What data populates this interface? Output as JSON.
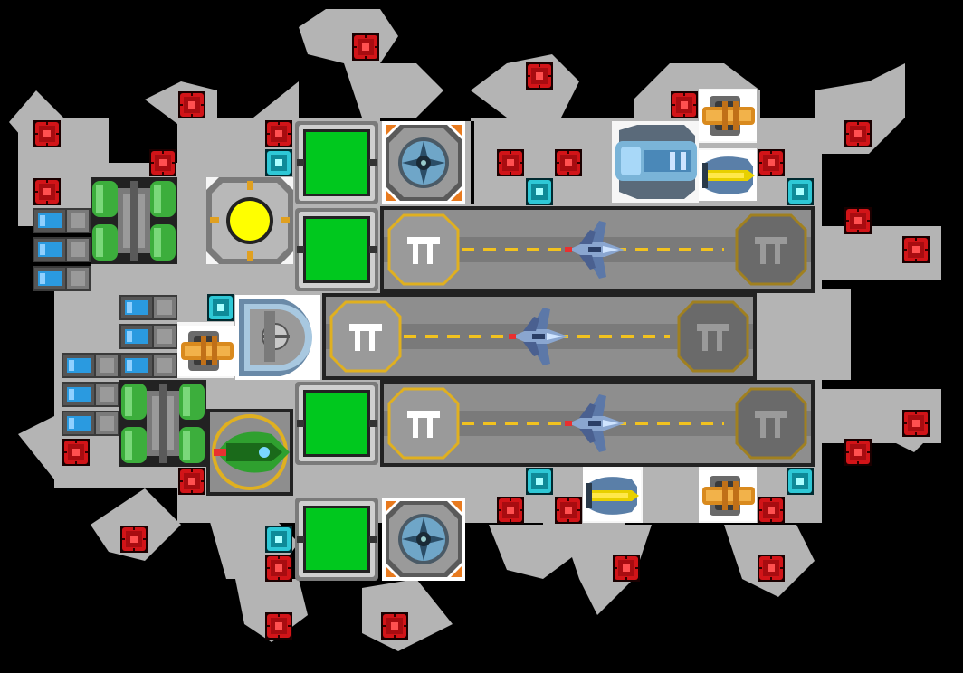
{
  "scene": {
    "title": "",
    "background_color": "#000000",
    "hull_color": "#b4b4b4"
  },
  "colors": {
    "red_block": "#d21418",
    "cyan_block": "#2ec8d6",
    "green_block": "#00c81e",
    "green_tank": "#3cae3c",
    "blue_cell": "#2a9ae0",
    "gold_ring": "#e0b020",
    "runway_gray": "#8e8e8e",
    "core_yellow": "#ffff00"
  },
  "hangar_bays": [
    {
      "id": "upper",
      "pad_label": "ℿ",
      "lights": "dashed-yellow",
      "ship": "blue-fighter"
    },
    {
      "id": "middle",
      "pad_label": "ℿ",
      "lights": "dashed-yellow",
      "ship": "blue-fighter"
    },
    {
      "id": "lower",
      "pad_label": "ℿ",
      "lights": "dashed-yellow",
      "ship": "blue-fighter"
    }
  ],
  "blocks": {
    "red_thruster_icon": "red-square-icon",
    "cyan_block_icon": "cyan-square-icon",
    "storage_icon": "green-storage-icon",
    "reactor_icon": "yellow-core-icon",
    "fan_icon": "turbine-icon",
    "cannon_icon": "orange-cannon-icon",
    "launcher_icon": "yellow-launcher-icon",
    "battery_icon": "blue-battery-icon",
    "tank_icon": "green-tank-icon",
    "shield_icon": "shield-generator-icon",
    "ship_icon": "fighter-ship-icon"
  }
}
